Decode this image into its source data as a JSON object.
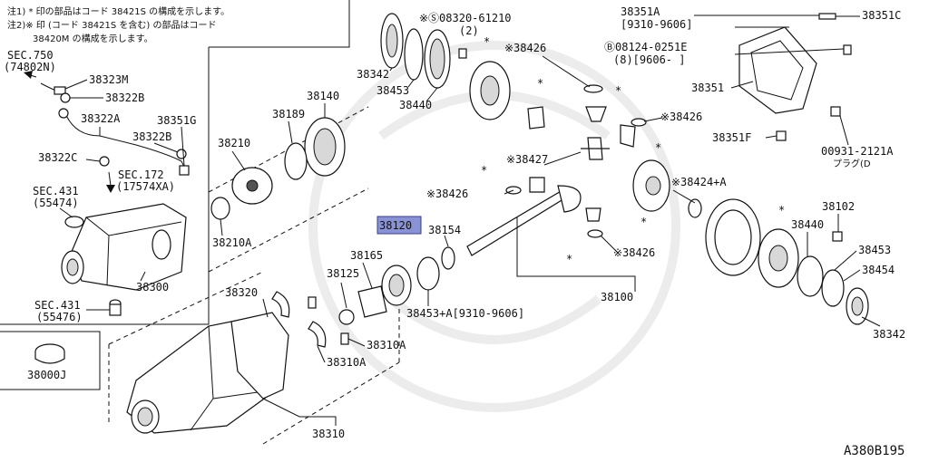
{
  "notes": {
    "line1": "注1) * 印の部品はコード 38421S の構成を示します。",
    "line2": "注2)※ 印 (コード 38421S を含む) の部品はコード",
    "line3": "38420M の構成を示します。"
  },
  "labels": {
    "sec750": "SEC.750",
    "sec750_sub": "(74802N)",
    "p38323M": "38323M",
    "p38322B_top": "38322B",
    "p38322A": "38322A",
    "p38351G": "38351G",
    "p38322B": "38322B",
    "p38322C": "38322C",
    "sec172": "SEC.172",
    "sec172_sub": "(17574XA)",
    "sec431a": "SEC.431",
    "sec431a_sub": "(55474)",
    "p38300": "38300",
    "sec431b": "SEC.431",
    "sec431b_sub": "(55476)",
    "p38000J": "38000J",
    "p38342_l": "38342",
    "p38453_l": "38453",
    "p38440_l": "38440",
    "bolt_s": "※Ⓢ08320-61210",
    "bolt_s_qty": "(2)",
    "star": "*",
    "p38426_a": "※38426",
    "p38140": "38140",
    "p38189": "38189",
    "p38210": "38210",
    "p38210A": "38210A",
    "p38426_b": "※38426",
    "p38427": "※38427",
    "p38426_c": "※38426",
    "p38424A": "※38424+A",
    "p38120": "38120",
    "p38154": "38154",
    "p38165": "38165",
    "p38125": "38125",
    "p38453A": "38453+A[9310-9606]",
    "p38426_d": "※38426",
    "p38100": "38100",
    "p38351A": "38351A",
    "p38351A_sub": "[9310-9606]",
    "p38351C": "38351C",
    "bolt_b": "Ⓑ08124-0251E",
    "bolt_b_sub": "(8)[9606-     ]",
    "p38351": "38351",
    "p38351F": "38351F",
    "p00931": "00931-2121A",
    "p00931_sub": "プラグ(D",
    "p38102": "38102",
    "p38440_r": "38440",
    "p38453_r": "38453",
    "p38454": "38454",
    "p38342_r": "38342",
    "p38320": "38320",
    "p38310A_a": "38310A",
    "p38310A_b": "38310A",
    "p38310": "38310",
    "diagram_id": "A380B195"
  },
  "highlight": {
    "color": "#8a92d6"
  }
}
